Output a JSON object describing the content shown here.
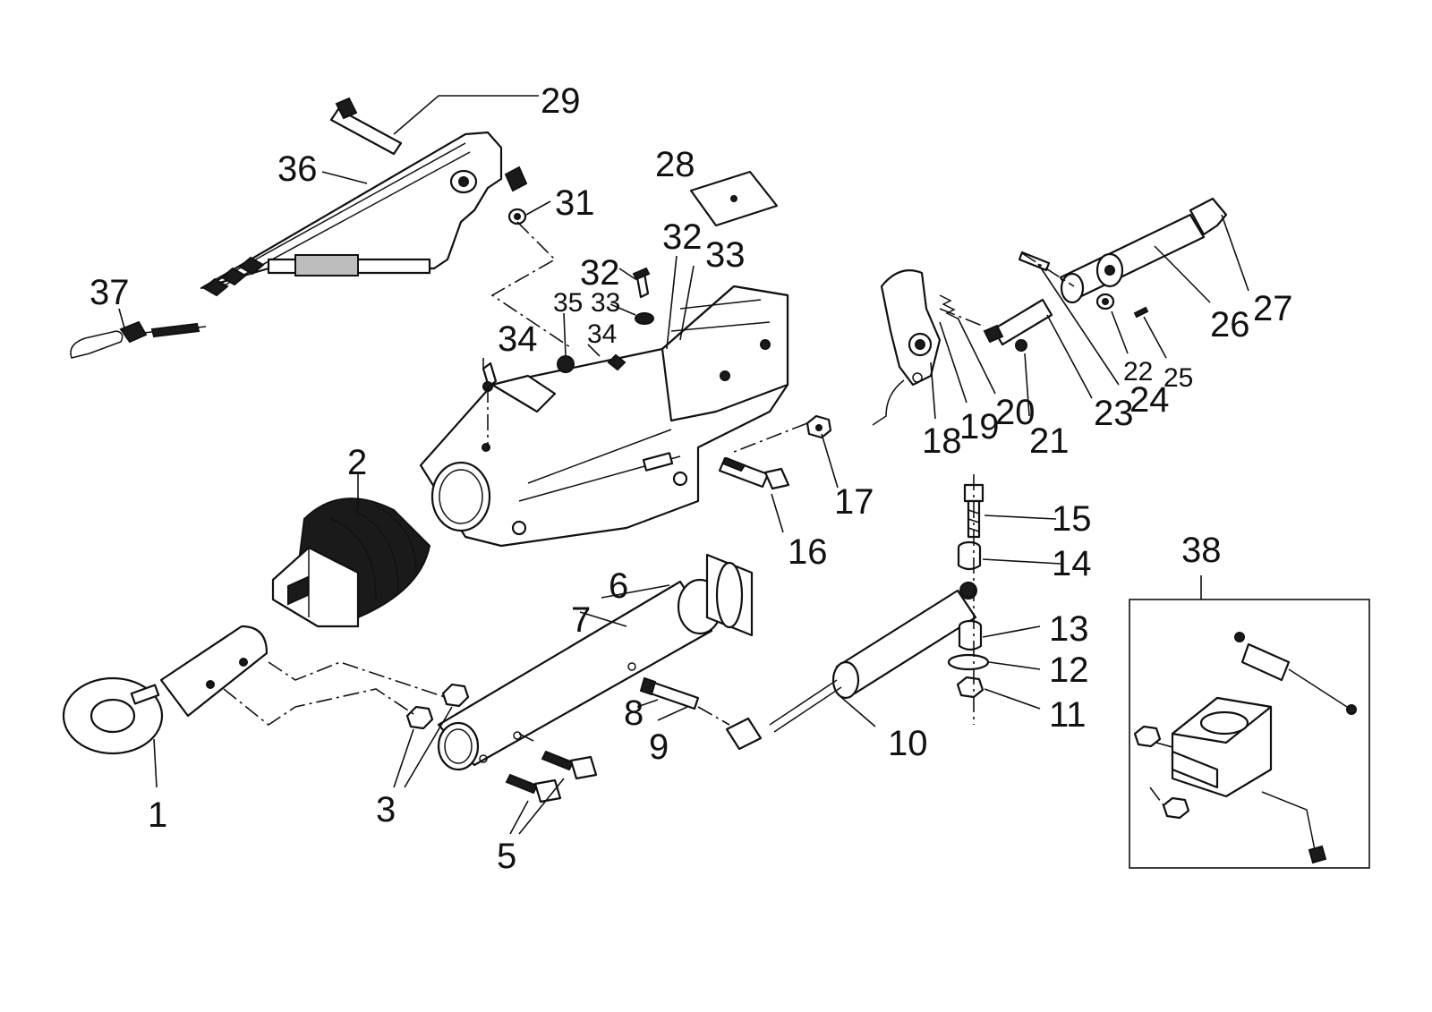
{
  "diagram": {
    "callouts": {
      "c1": "1",
      "c2": "2",
      "c3": "3",
      "c5": "5",
      "c6": "6",
      "c7": "7",
      "c8": "8",
      "c9": "9",
      "c10": "10",
      "c11": "11",
      "c12": "12",
      "c13": "13",
      "c14": "14",
      "c15": "15",
      "c16": "16",
      "c17": "17",
      "c18": "18",
      "c19": "19",
      "c20": "20",
      "c21": "21",
      "c22": "22",
      "c23": "23",
      "c24": "24",
      "c25": "25",
      "c26": "26",
      "c27": "27",
      "c28": "28",
      "c29": "29",
      "c31": "31",
      "c32a": "32",
      "c32b": "32",
      "c33a": "33",
      "c33b": "33",
      "c34a": "34",
      "c34b": "34",
      "c35": "35",
      "c36": "36",
      "c37": "37",
      "c38": "38"
    }
  }
}
